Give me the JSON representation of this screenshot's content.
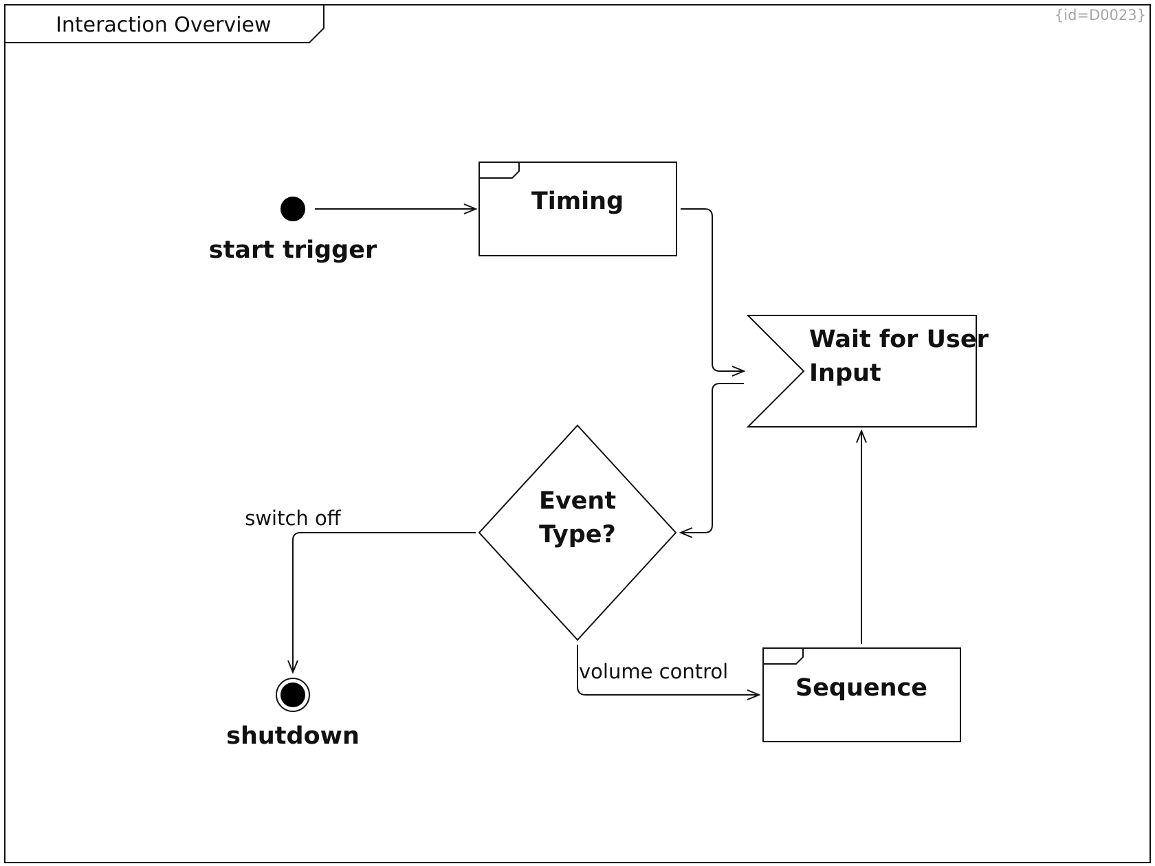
{
  "frame": {
    "title": "Interaction Overview",
    "id_tag": "{id=D0023}"
  },
  "nodes": {
    "start": {
      "label": "start trigger"
    },
    "timing": {
      "label": "Timing"
    },
    "wait": {
      "label_line1": "Wait for User",
      "label_line2": "Input"
    },
    "decision": {
      "label_line1": "Event",
      "label_line2": "Type?"
    },
    "sequence": {
      "label": "Sequence"
    },
    "end": {
      "label": "shutdown"
    }
  },
  "edges": {
    "switch_off": {
      "label": "switch off"
    },
    "volume_control": {
      "label": "volume control"
    }
  }
}
